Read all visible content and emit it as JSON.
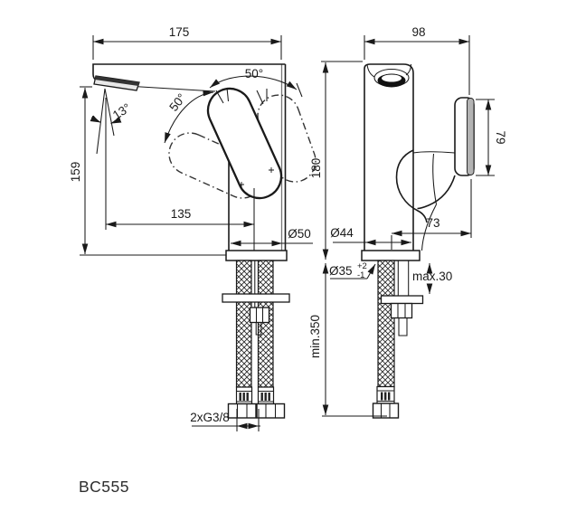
{
  "drawing": {
    "model": "BC555",
    "front_view": {
      "width": "175",
      "height": "159",
      "spout_angle": "13°",
      "swivel_left": "50°",
      "swivel_right": "50°",
      "spout_reach": "135",
      "base_diameter": "Ø50",
      "hose_connection": "2xG3/8"
    },
    "side_view": {
      "depth": "98",
      "height": "180",
      "handle_height": "79",
      "handle_reach": "73",
      "body_diameter": "Ø44",
      "hole_diameter": "Ø35",
      "hole_tolerance_plus": "+2",
      "hole_tolerance_minus": "-1",
      "max_deck_thickness": "max.30",
      "min_hose_length": "min.350"
    }
  },
  "colors": {
    "line": "#1a1a1a",
    "background": "#ffffff",
    "handle_accent": "#b3b3b3"
  }
}
